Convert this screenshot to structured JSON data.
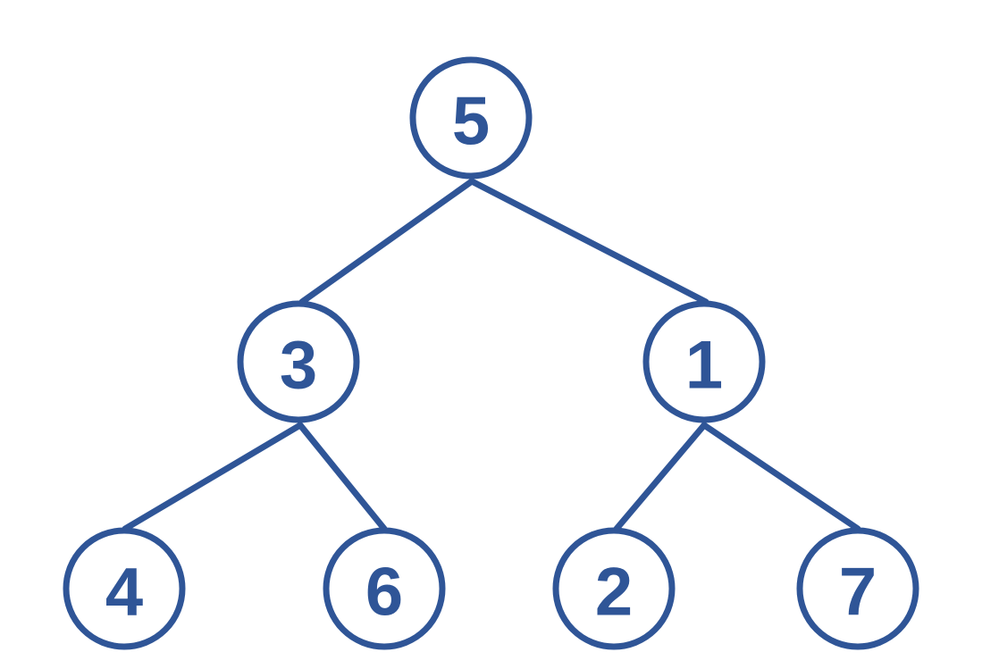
{
  "tree": {
    "color": "#2f5597",
    "root": {
      "label": "5"
    },
    "left": {
      "label": "3"
    },
    "right": {
      "label": "1"
    },
    "left_left": {
      "label": "4"
    },
    "left_right": {
      "label": "6"
    },
    "right_left": {
      "label": "2"
    },
    "right_right": {
      "label": "7"
    }
  }
}
